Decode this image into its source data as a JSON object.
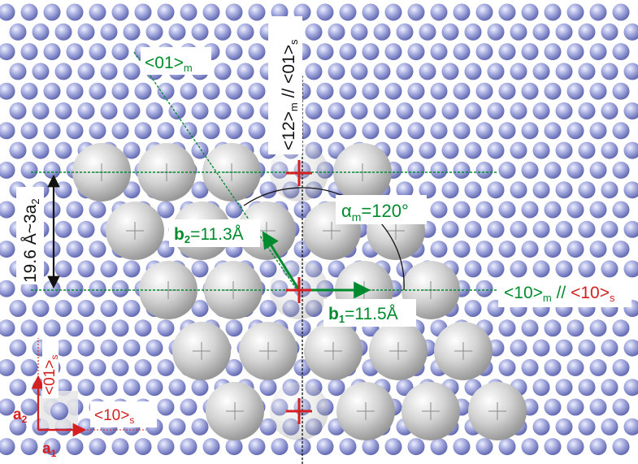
{
  "labels": {
    "axis_01_m_main": "<01>",
    "axis_01_m_sub": "m",
    "axis_12_main": "<12>",
    "axis_12_sub": "m",
    "axis_12_sep": " // <01>",
    "axis_12_sub2": "s",
    "axis_10_m_main": "<10>",
    "axis_10_m_sub": "m",
    "axis_10_sep": " // ",
    "axis_10_s_main": "<10>",
    "axis_10_s_sub": "s",
    "alpha_sym": "α",
    "alpha_sub": "m",
    "alpha_val": "=120°",
    "b2_sym": "b",
    "b2_sub": "2",
    "b2_val": "=11.3Å",
    "b1_sym": "b",
    "b1_sub": "1",
    "b1_val": "=11.5Å",
    "spacing_main": "19.6 Å~3a",
    "spacing_sub": "2",
    "inset_01_main": "<01>",
    "inset_01_sub": "s",
    "inset_10_main": "<10>",
    "inset_10_sub": "s",
    "a1_sym": "a",
    "a1_sub": "1",
    "a2_sym": "a",
    "a2_sub": "2"
  },
  "colors": {
    "green": "#008c2e",
    "red": "#d42020",
    "black": "#111111",
    "substrate_atom": "#7f86c9",
    "molecule": "#c8c8c8"
  }
}
